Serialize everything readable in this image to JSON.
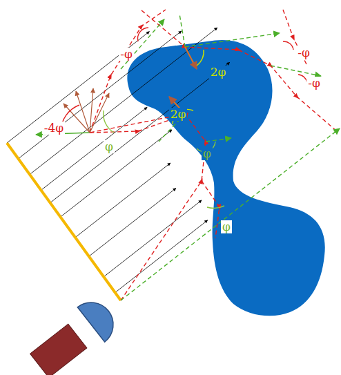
{
  "diagram": {
    "labels": [
      "-φ",
      "-φ",
      "2φ",
      "-φ",
      "2φ",
      "-4φ",
      "φ",
      "φ",
      "φ"
    ]
  }
}
